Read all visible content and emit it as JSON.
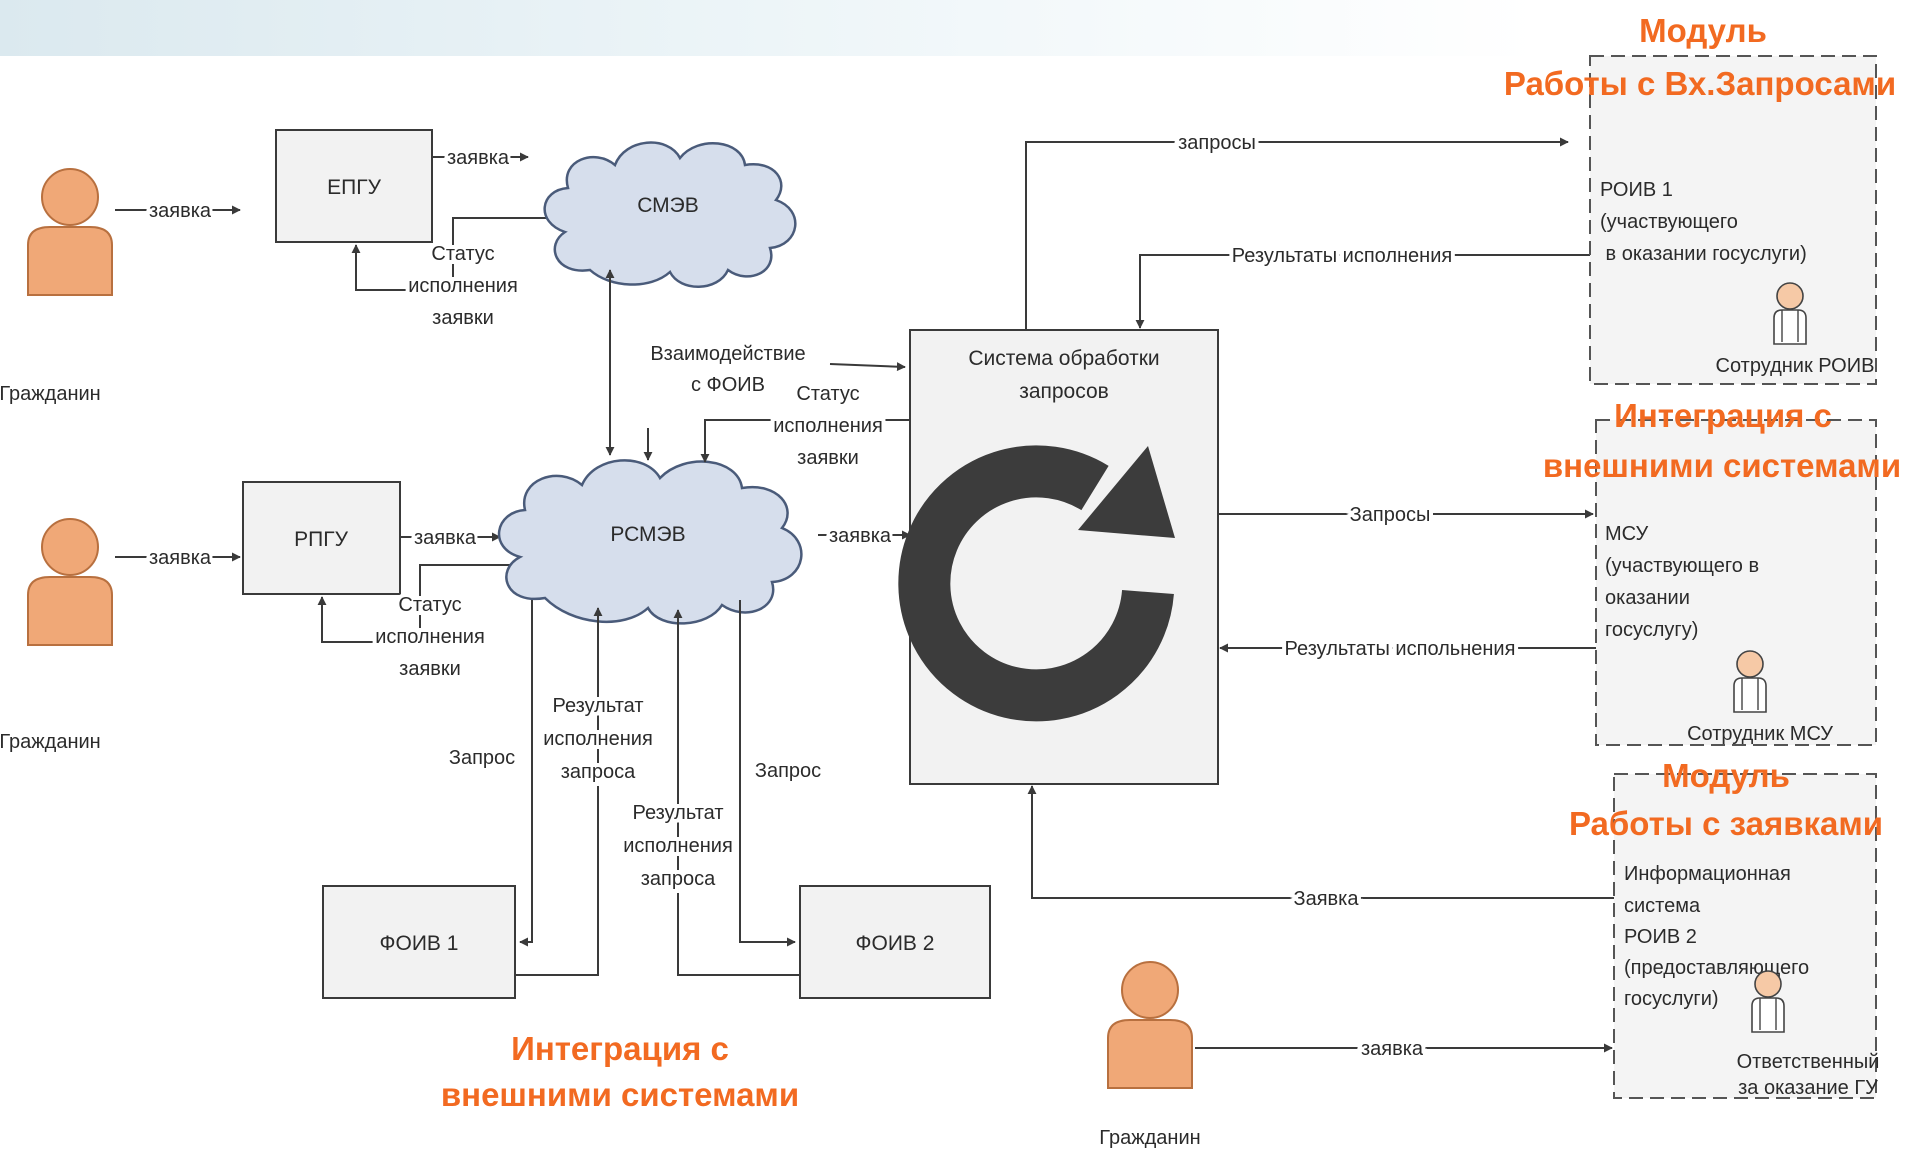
{
  "diagram": {
    "actor_label": "Гражданин",
    "edge_zayavka": "заявка",
    "edge_status_lines": [
      "Статус",
      "исполнения",
      "заявки"
    ],
    "epgu": "ЕПГУ",
    "rpgu": "РПГУ",
    "smev": "СМЭВ",
    "rsmev": "РСМЭВ",
    "foiv1": "ФОИВ 1",
    "foiv2": "ФОИВ 2",
    "interaction_lines": [
      "Взаимодействие",
      "с ФОИВ"
    ],
    "edge_zapros": "Запрос",
    "result_lines": [
      "Результат",
      "исполнения",
      "запроса"
    ],
    "system_lines": [
      "Система обработки",
      "запросов"
    ],
    "edge_zaprosy_lower": "запросы",
    "edge_zaprosy_upper": "Запросы",
    "edge_results_1": "Результаты исполнения",
    "edge_results_2": "Результаты испольнения",
    "edge_zayavka_cap": "Заявка",
    "roiv1_lines": [
      "РОИВ 1",
      "(участвующего",
      " в оказании госуслуги)"
    ],
    "roiv1_staff": "Сотрудник РОИВ",
    "msu_lines": [
      "МСУ",
      "(участвующего в",
      "оказании",
      "госуслугу)"
    ],
    "msu_staff": "Сотрудник МСУ",
    "is_lines": [
      "Информационная",
      "система",
      "РОИВ 2",
      "(предоставляющего",
      "госуслуги)"
    ],
    "is_staff_lines": [
      "Ответственный",
      "за оказание ГУ"
    ]
  },
  "titles": {
    "module_requests": [
      "Модуль",
      "Работы с Вх.Запросами"
    ],
    "integration_right": [
      "Интеграция с",
      "внешними системами"
    ],
    "module_applications": [
      "Модуль",
      "Работы с заявками"
    ],
    "integration_bottom": [
      "Интеграция с",
      "внешними системами"
    ]
  },
  "colors": {
    "accent": "#f26a21",
    "cloud_fill": "#d6deec",
    "box_fill": "#f2f2f2",
    "person_fill": "#f0a877"
  },
  "icons": {
    "refresh": "refresh-icon",
    "person": "person-icon",
    "staff": "staff-icon"
  }
}
